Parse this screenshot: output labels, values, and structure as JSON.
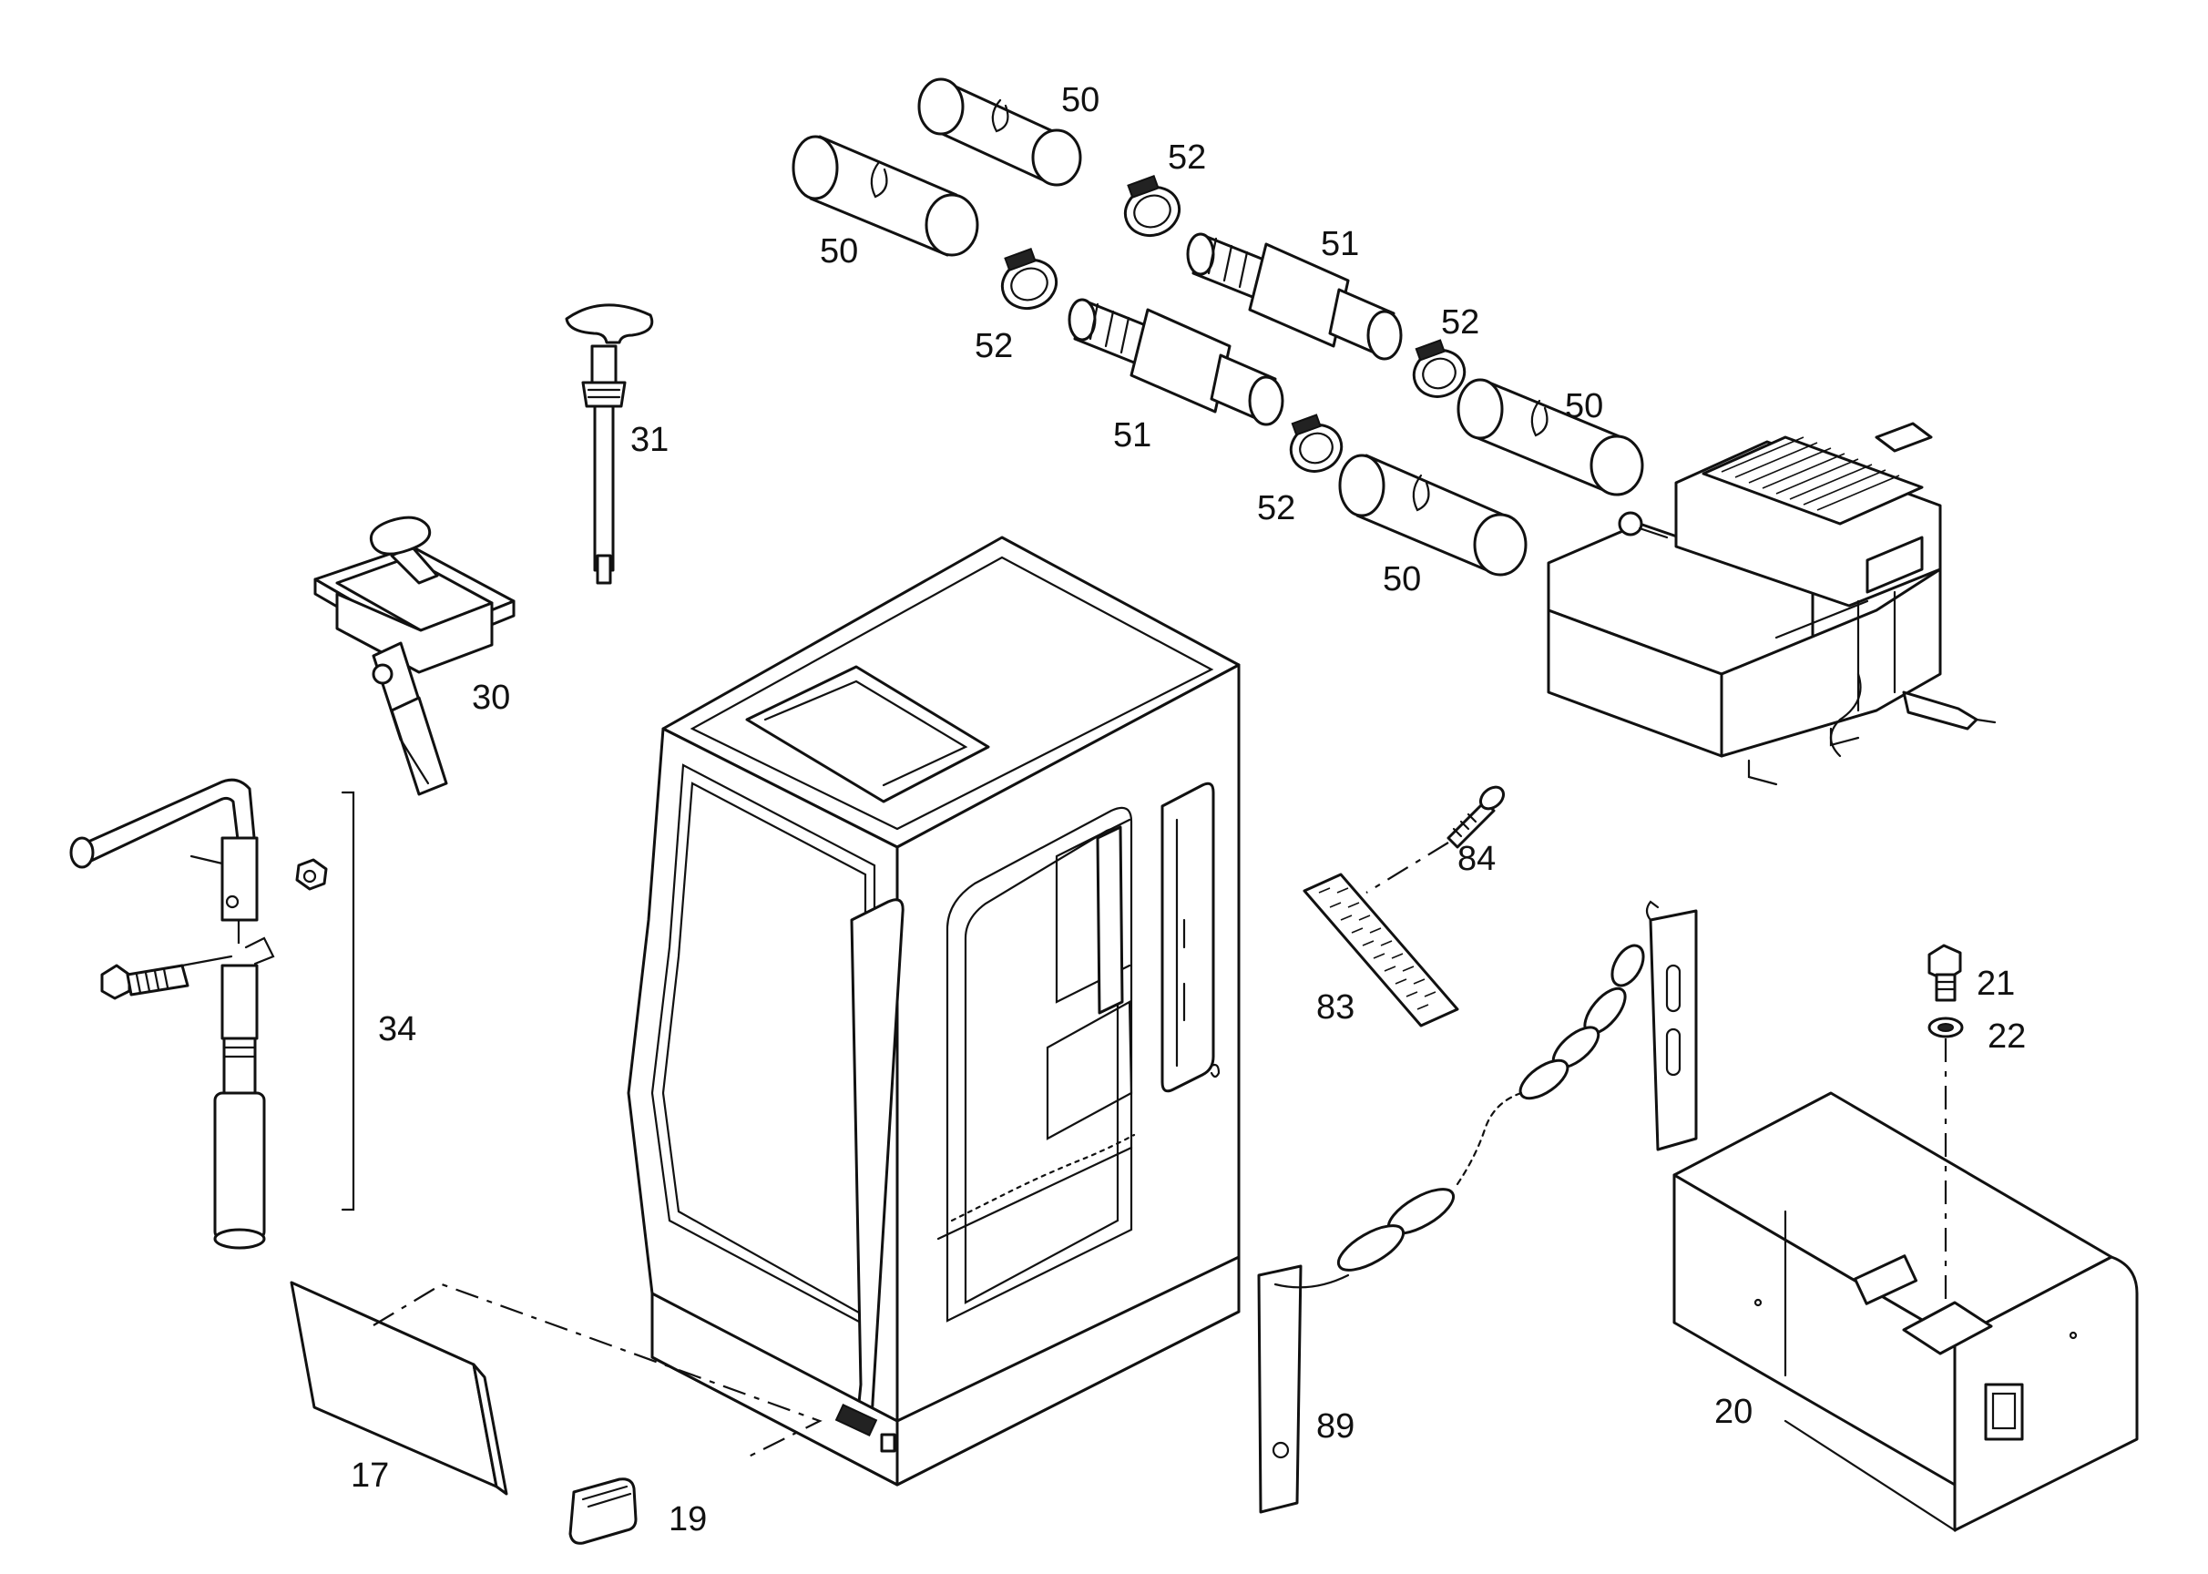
{
  "callouts": {
    "c17": "17",
    "c19": "19",
    "c20": "20",
    "c21": "21",
    "c22": "22",
    "c30": "30",
    "c31": "31",
    "c34": "34",
    "c50a": "50",
    "c50b": "50",
    "c50c": "50",
    "c50d": "50",
    "c51a": "51",
    "c51b": "51",
    "c52a": "52",
    "c52b": "52",
    "c52c": "52",
    "c52d": "52",
    "c83": "83",
    "c84": "84",
    "c89": "89"
  }
}
